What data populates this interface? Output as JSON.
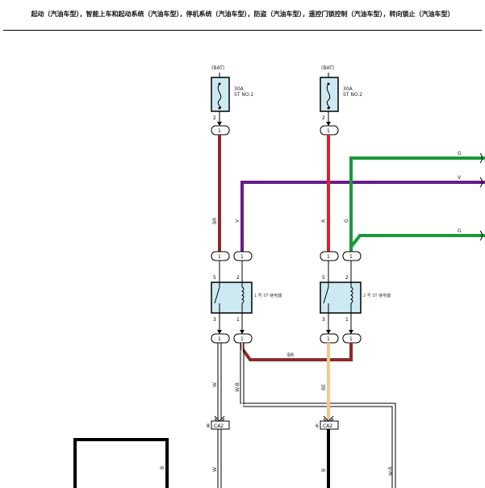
{
  "header": {
    "title": "起动（汽油车型），智能上车和起动系统（汽油车型），停机系统（汽油车型），防盗（汽油车型），遥控门锁控制（汽油车型），转向锁止（汽油车型）"
  },
  "fuses": [
    {
      "source": "(BAT)",
      "rating": "30A",
      "name": "ST NO.1",
      "pin": "2"
    },
    {
      "source": "(BAT)",
      "rating": "30A",
      "name": "ST NO.2",
      "pin": "2"
    }
  ],
  "relays": [
    {
      "label": "1 号 ST 继电器",
      "pin_tl": "5",
      "pin_tr": "2",
      "pin_bl": "3",
      "pin_br": "1"
    },
    {
      "label": "2 号 ST 继电器",
      "pin_tl": "5",
      "pin_tr": "2",
      "pin_bl": "3",
      "pin_br": "1"
    }
  ],
  "connector_pin": "1",
  "connectors": [
    {
      "name": "CA2",
      "pin": "8"
    },
    {
      "name": "CA2",
      "pin": "6"
    }
  ],
  "wire_labels": {
    "br_left": "BR",
    "v_left": "V",
    "r_mid": "R",
    "g_mid": "G",
    "g_top": "G",
    "v_top": "V",
    "g_mid_right": "G",
    "br_bridge": "BR",
    "w_left": "W",
    "wb_left": "W-B",
    "be_mid": "BE",
    "w_lower": "W",
    "b_lower": "B",
    "wb_right": "W-B",
    "b_box": "B"
  },
  "colors": {
    "br": "#8b2a2a",
    "v": "#6a1b8a",
    "r": "#e0202a",
    "g": "#1a9a3a",
    "be": "#f2c98a",
    "b": "#000000",
    "relay_fill": "#cdeaf2",
    "fuse_fill": "#cdeaf2"
  }
}
